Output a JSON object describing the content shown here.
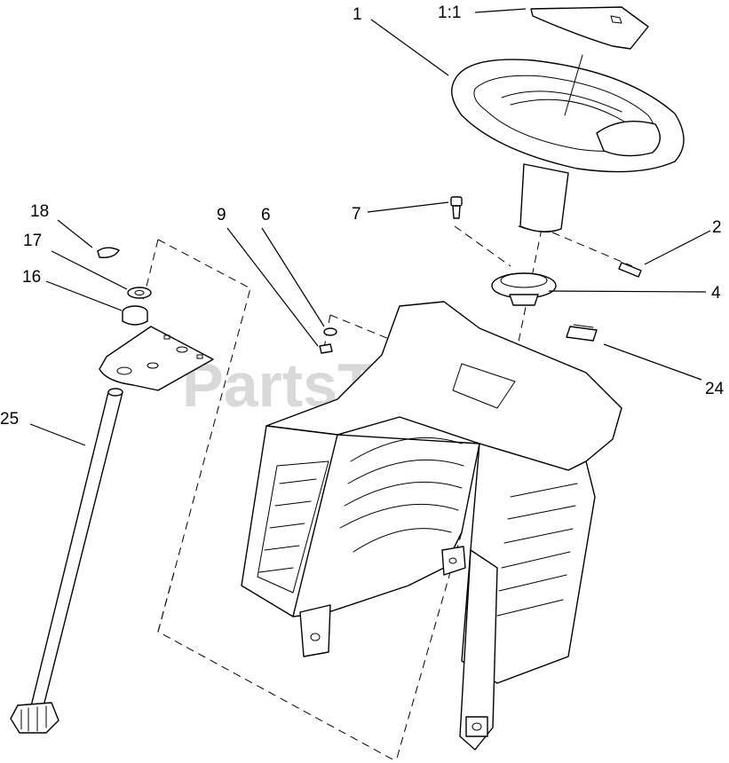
{
  "watermark": "PartsTree",
  "callouts": {
    "c1": "1",
    "c1_1": "1:1",
    "c2": "2",
    "c4": "4",
    "c6": "6",
    "c7": "7",
    "c9": "9",
    "c16": "16",
    "c17": "17",
    "c18": "18",
    "c24": "24",
    "c25": "25"
  }
}
